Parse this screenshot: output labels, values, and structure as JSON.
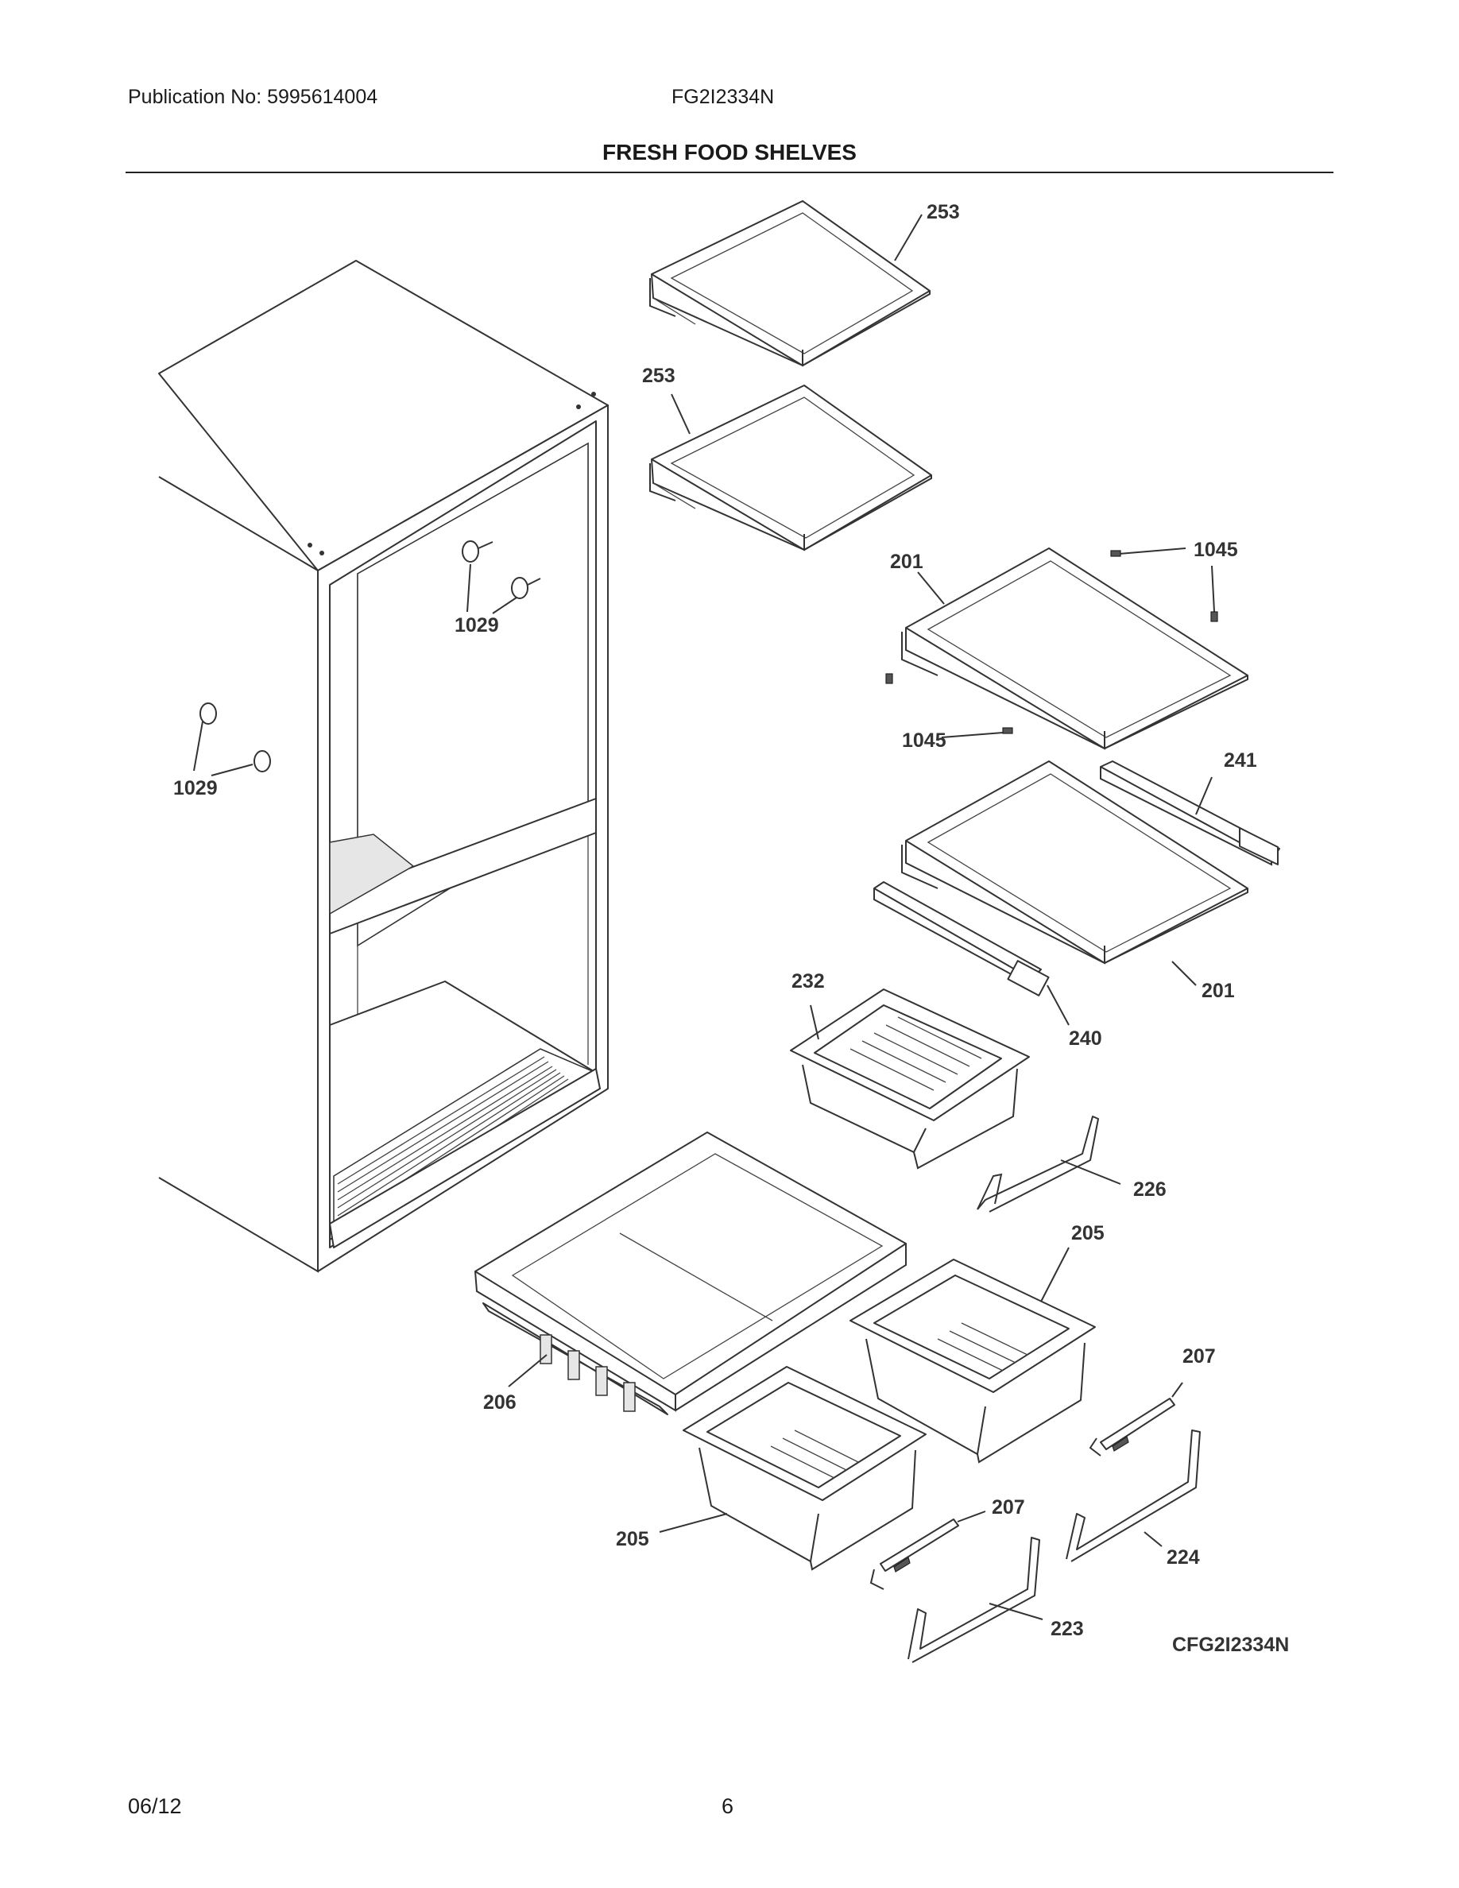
{
  "header": {
    "publication": "Publication No: 5995614004",
    "model": "FG2I2334N",
    "title": "FRESH FOOD SHELVES"
  },
  "diagram": {
    "code": "CFG2I2334N",
    "callouts": {
      "shelf_253_top": "253",
      "shelf_253_second": "253",
      "shelf_201_top": "201",
      "shelf_201_bottom": "201",
      "screw_1045_top": "1045",
      "screw_1045_bottom": "1045",
      "shelf_stop_1029_upper": "1029",
      "shelf_stop_1029_left": "1029",
      "rail_241": "241",
      "rail_240": "240",
      "crisper_232": "232",
      "bracket_226": "226",
      "drawer_205_upper": "205",
      "drawer_205_lower": "205",
      "slide_207_upper": "207",
      "slide_207_lower": "207",
      "cover_206": "206",
      "bracket_224": "224",
      "bracket_223": "223"
    }
  },
  "footer": {
    "date": "06/12",
    "page": "6"
  }
}
